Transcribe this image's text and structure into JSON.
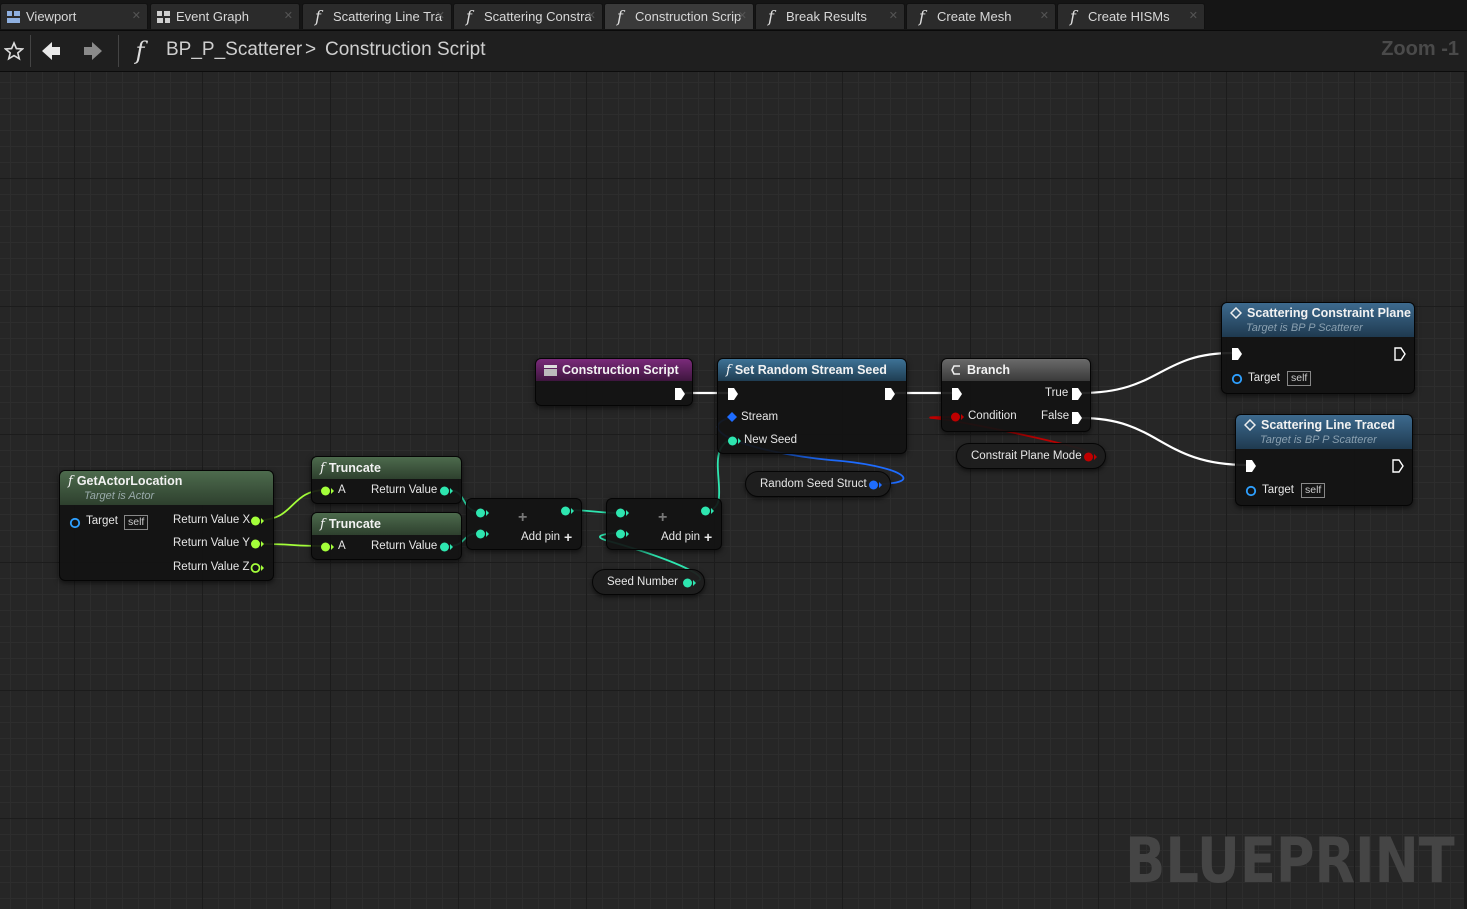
{
  "tabs": [
    {
      "label": "Viewport",
      "icon": "viewport-icon"
    },
    {
      "label": "Event Graph",
      "icon": "event-graph-icon"
    },
    {
      "label": "Scattering Line Tra",
      "icon": "function-icon"
    },
    {
      "label": "Scattering Constra",
      "icon": "function-icon"
    },
    {
      "label": "Construction Scrip",
      "icon": "function-icon"
    },
    {
      "label": "Break Results",
      "icon": "function-icon"
    },
    {
      "label": "Create Mesh",
      "icon": "function-icon"
    },
    {
      "label": "Create HISMs",
      "icon": "function-icon"
    }
  ],
  "active_tab": "Construction Scrip",
  "breadcrumb": {
    "blueprint": "BP_P_Scatterer",
    "separator": ">",
    "graph": "Construction Script"
  },
  "zoom_label": "Zoom -1",
  "watermark": "BLUEPRINT",
  "nodes": {
    "get_actor_location": {
      "title": "GetActorLocation",
      "subtitle": "Target is Actor",
      "target": "Target",
      "self": "self",
      "out_x": "Return Value X",
      "out_y": "Return Value Y",
      "out_z": "Return Value Z"
    },
    "truncate1": {
      "title": "Truncate",
      "in": "A",
      "out": "Return Value"
    },
    "truncate2": {
      "title": "Truncate",
      "in": "A",
      "out": "Return Value"
    },
    "add1": {
      "symbol": "+",
      "add_pin": "Add pin"
    },
    "add2": {
      "symbol": "+",
      "add_pin": "Add pin"
    },
    "construction_script": {
      "title": "Construction Script"
    },
    "set_random_stream_seed": {
      "title": "Set Random Stream Seed",
      "stream": "Stream",
      "new_seed": "New Seed"
    },
    "random_seed_struct": {
      "label": "Random Seed Struct"
    },
    "seed_number": {
      "label": "Seed Number"
    },
    "branch": {
      "title": "Branch",
      "condition": "Condition",
      "true_label": "True",
      "false_label": "False"
    },
    "constrait_plane_mode": {
      "label": "Constrait Plane Mode"
    },
    "scattering_constraint_plane": {
      "title": "Scattering Constraint Plane",
      "subtitle": "Target is BP P Scatterer",
      "target": "Target",
      "self": "self"
    },
    "scattering_line_traced": {
      "title": "Scattering Line Traced",
      "subtitle": "Target is BP P Scatterer",
      "target": "Target",
      "self": "self"
    }
  },
  "colors": {
    "exec": "#ffffff",
    "float_pin": "#a4ff3a",
    "int_pin": "#2ee6b0",
    "struct_pin": "#1e6cff",
    "object_pin": "#2ea0ff",
    "bool_pin": "#c00000",
    "pure_header": "#3e5c3e",
    "event_header": "#5a1e5a",
    "call_header": "#2e5a78",
    "branch_header": "#5a5a5a"
  }
}
